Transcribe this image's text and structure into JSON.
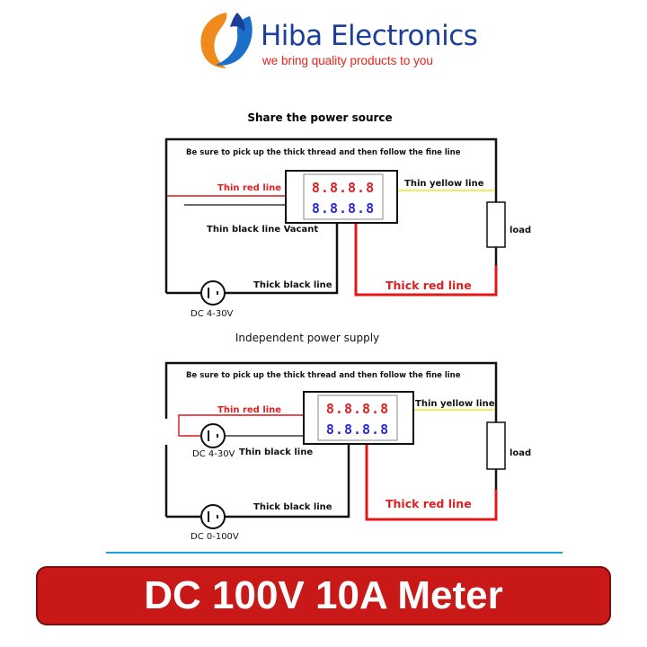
{
  "brand": {
    "name": "Hiba Electronics",
    "tagline": "we bring quality products to you"
  },
  "diagram1": {
    "title": "Share the power source",
    "note": "Be sure to pick up the thick thread and then follow the fine line",
    "thin_red": "Thin red line",
    "thin_yellow": "Thin yellow line",
    "thin_black_vacant": "Thin black line Vacant",
    "load": "load",
    "thick_black": "Thick black line",
    "thick_red": "Thick red line",
    "source": "DC 4-30V",
    "display_top": "8.8.8.8",
    "display_bottom": "8.8.8.8"
  },
  "diagram2": {
    "title": "Independent power supply",
    "note": "Be sure to pick up the thick thread and then follow the fine line",
    "thin_red": "Thin red line",
    "thin_yellow": "Thin yellow line",
    "thin_black": "Thin black line",
    "load": "load",
    "thick_black": "Thick black line",
    "thick_red": "Thick red line",
    "source_small": "DC 4-30V",
    "source_main": "DC 0-100V",
    "display_top": "8.8.8.8",
    "display_bottom": "8.8.8.8"
  },
  "banner": {
    "text": "DC 100V 10A Meter"
  },
  "colors": {
    "red": "#e02020",
    "blue": "#2a2ad8",
    "yellow": "#e8e820",
    "banner_red": "#c81818",
    "brand_blue": "#1c3f9c",
    "accent_orange": "#f08a1c",
    "divider_blue": "#1aa1d8"
  }
}
